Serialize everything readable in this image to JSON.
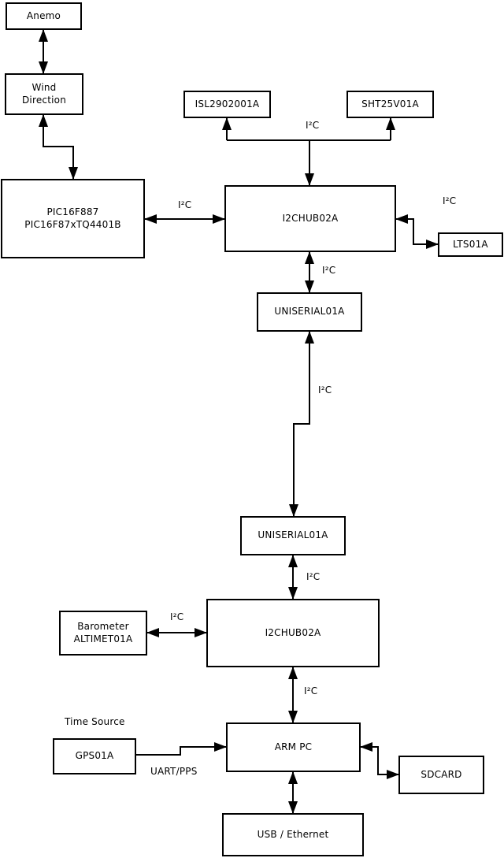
{
  "colors": {
    "line": "#000000",
    "background": "#ffffff",
    "box_fill": "#ffffff",
    "text": "#000000"
  },
  "labels": {
    "i2c": "I²C",
    "uart_pps": "UART/PPS",
    "time_source": "Time Source"
  },
  "nodes": {
    "anemo": {
      "label": "Anemo"
    },
    "wind_direction": {
      "line1": "Wind",
      "line2": "Direction"
    },
    "pic": {
      "line1": "PIC16F887",
      "line2": "PIC16F87xTQ4401B"
    },
    "isl": {
      "label": "ISL2902001A"
    },
    "sht": {
      "label": "SHT25V01A"
    },
    "i2chub1": {
      "label": "I2CHUB02A"
    },
    "lts": {
      "label": "LTS01A"
    },
    "uniserial1": {
      "label": "UNISERIAL01A"
    },
    "uniserial2": {
      "label": "UNISERIAL01A"
    },
    "i2chub2": {
      "label": "I2CHUB02A"
    },
    "barometer": {
      "line1": "Barometer",
      "line2": "ALTIMET01A"
    },
    "gps": {
      "label": "GPS01A"
    },
    "armpc": {
      "label": "ARM PC"
    },
    "sdcard": {
      "label": "SDCARD"
    },
    "usb_ethernet": {
      "label": "USB / Ethernet"
    }
  }
}
